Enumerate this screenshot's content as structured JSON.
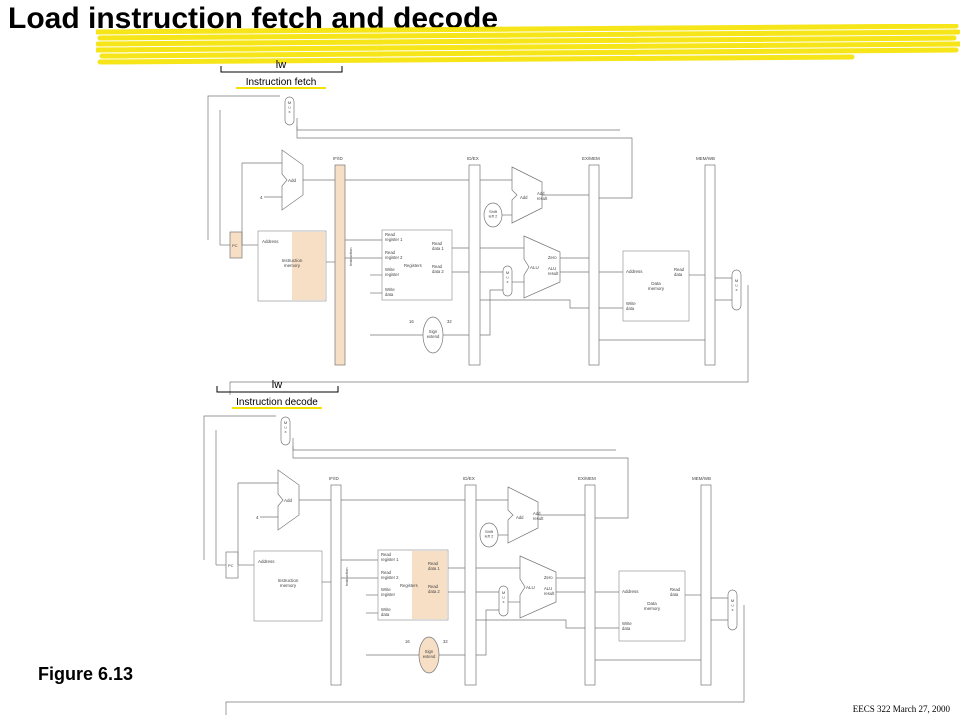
{
  "title": "Load instruction fetch and decode",
  "figure_label": "Figure 6.13",
  "footer": "EECS 322 March 27, 2000",
  "highlight_color": "#f5e200",
  "shade_color": "#f7dfc6",
  "top": {
    "instr": "lw",
    "stage": "Instruction fetch"
  },
  "bottom": {
    "instr": "lw",
    "stage": "Instruction decode"
  },
  "labels": {
    "mux": "M\nu\nx",
    "add": "Add",
    "four": "4",
    "pc": "PC",
    "address": "Address",
    "instr_mem": "Instruction\nmemory",
    "instruction": "Instruction",
    "if_id": "IF/ID",
    "id_ex": "ID/EX",
    "ex_mem": "EX/MEM",
    "mem_wb": "MEM/WB",
    "read_reg1": "Read\nregister 1",
    "read_reg2": "Read\nregister 2",
    "write_reg": "Write\nregister",
    "write_data": "Write\ndata",
    "registers": "Registers",
    "read_data1": "Read\ndata 1",
    "read_data2": "Read\ndata 2",
    "sixteen": "16",
    "thirtytwo": "32",
    "sign_extend": "Sign\nextend",
    "shift_left2": "Shift\nleft 2",
    "add_result": "Add\nresult",
    "alu": "ALU",
    "zero": "Zero",
    "alu_result": "ALU\nresult",
    "read_data": "Read\ndata",
    "data_mem": "Data\nmemory",
    "write_data_mem": "Write\ndata"
  }
}
